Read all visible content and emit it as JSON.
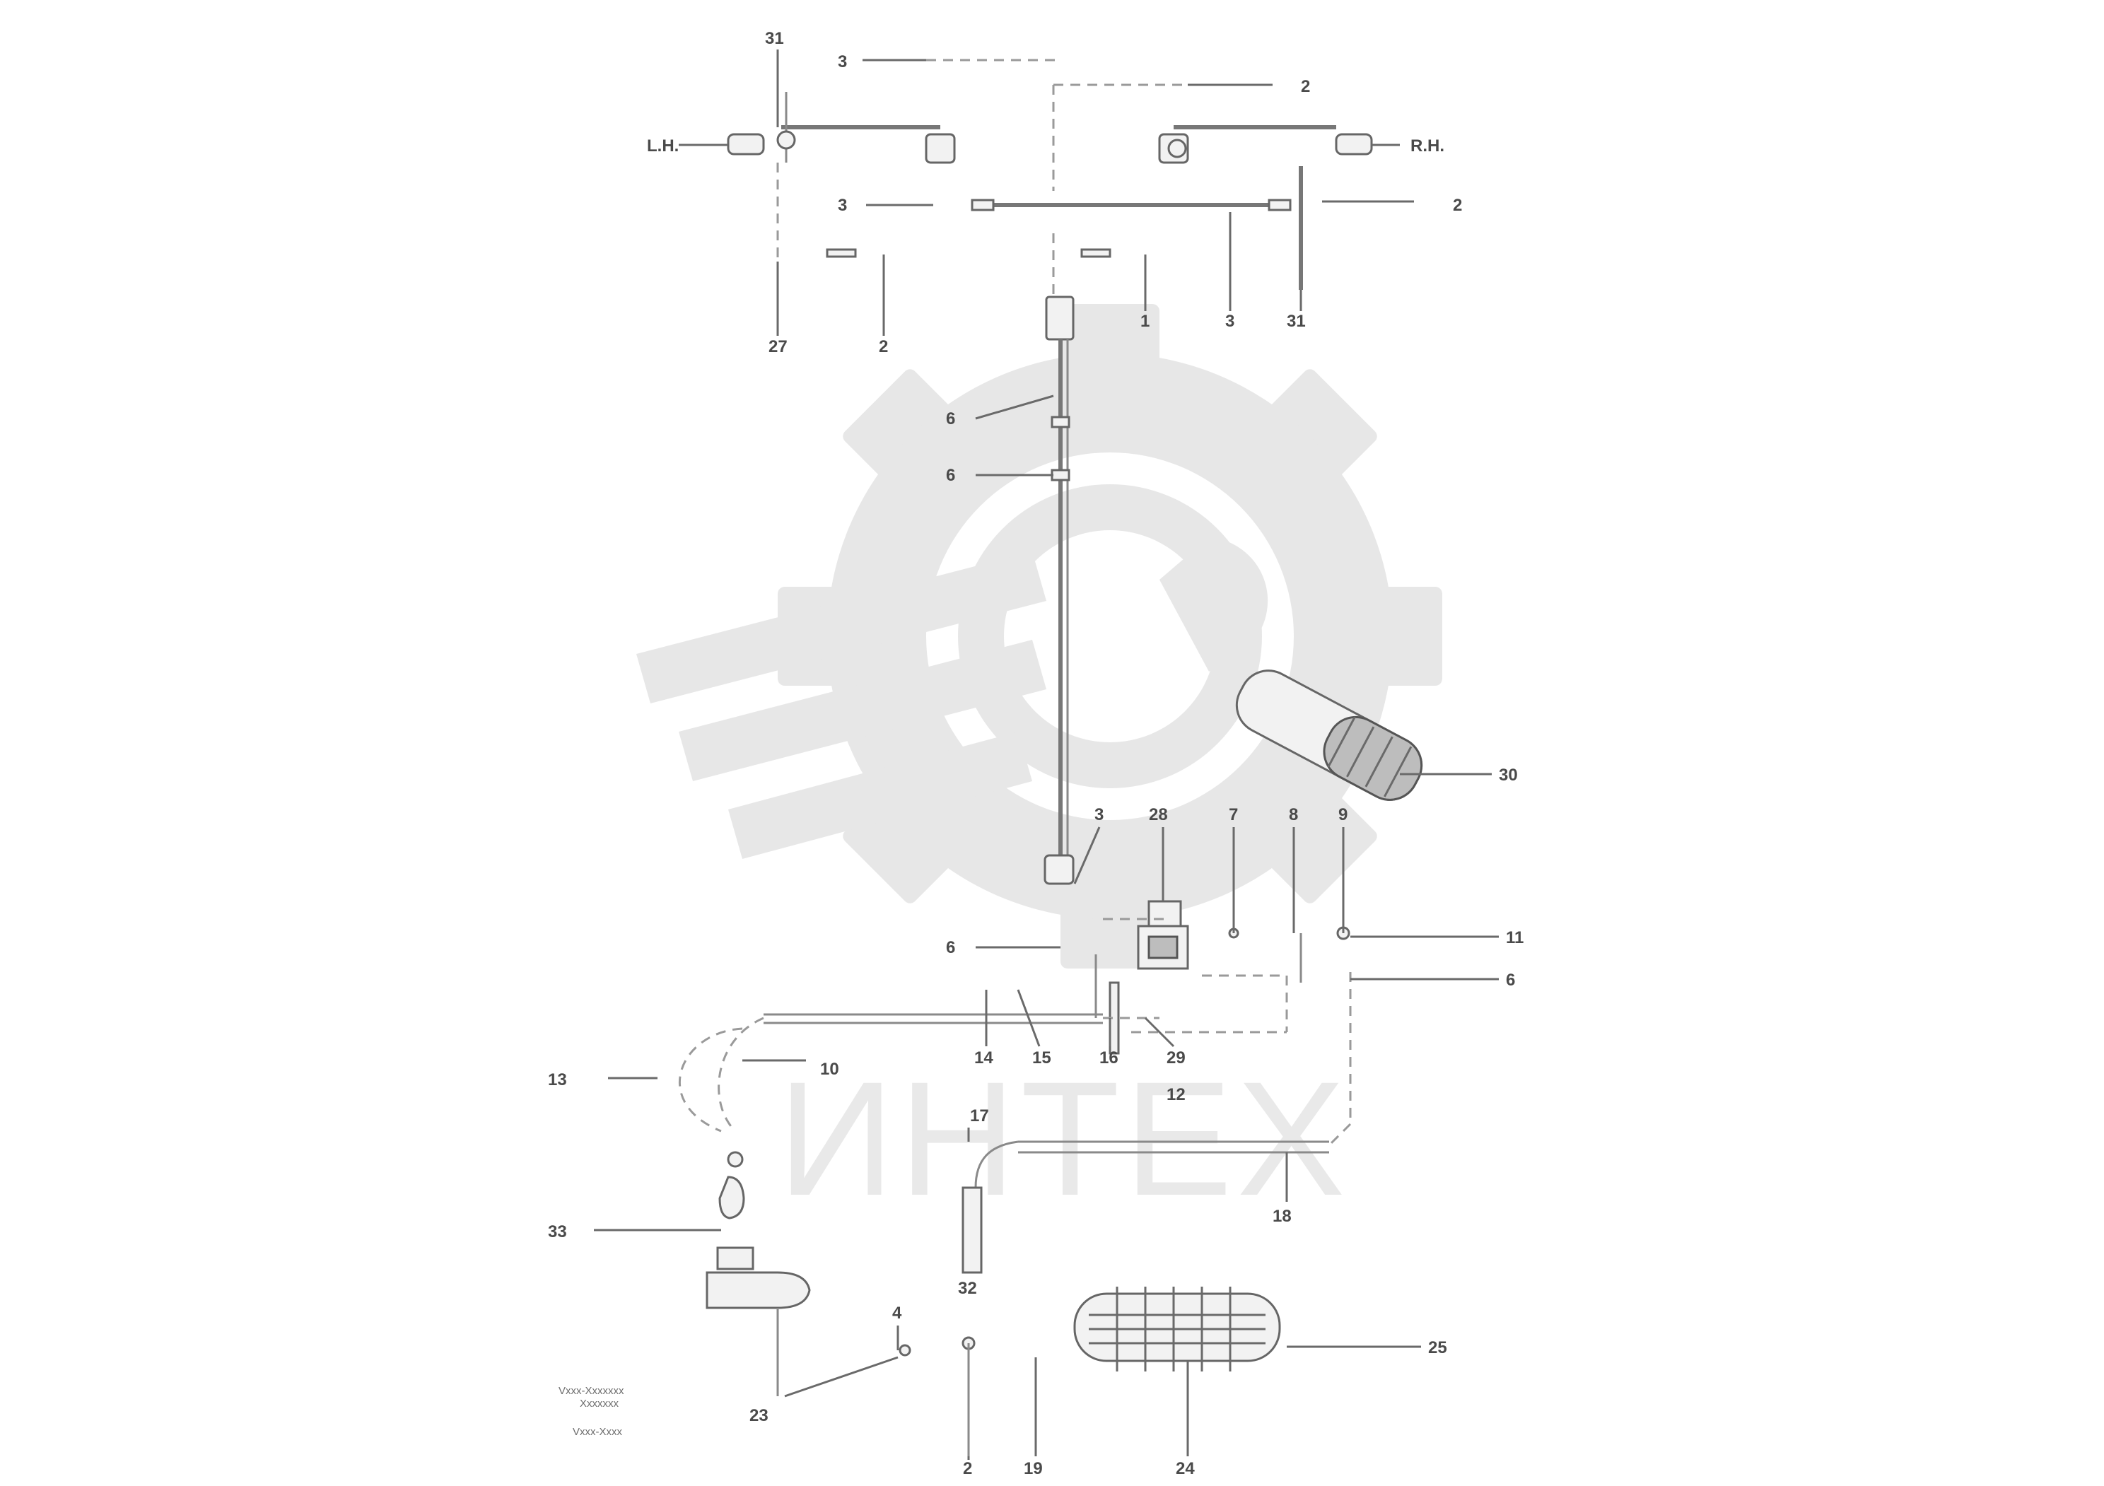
{
  "watermark": {
    "text": "ИНТЕХ",
    "logo_icon": "gear-wrench-logo-icon"
  },
  "callouts": {
    "c_top_31": "31",
    "c_top_3": "3",
    "c_top_2": "2",
    "c_lh": "L.H.",
    "c_rh": "R.H.",
    "c_left_3": "3",
    "c_right_2": "2",
    "c_bot_27": "27",
    "c_bot_2a": "2",
    "c_bot_1": "1",
    "c_bot_3": "3",
    "c_bot_31": "31",
    "c_6a": "6",
    "c_6b": "6",
    "c_30": "30",
    "c_3m": "3",
    "c_28": "28",
    "c_7": "7",
    "c_8a": "8",
    "c_9": "9",
    "c_11": "11",
    "c_6c": "6",
    "c_6d": "6",
    "c_13": "13",
    "c_10": "10",
    "c_14": "14",
    "c_15": "15",
    "c_16": "16",
    "c_29": "29",
    "c_12": "12",
    "c_17": "17",
    "c_18": "18",
    "c_33": "33",
    "c_32": "32",
    "c_4": "4",
    "c_23": "23",
    "c_25": "25",
    "c_2b": "2",
    "c_19": "19",
    "c_24": "24"
  },
  "drawing_note": {
    "line1": "Vxxx-Xxxxxxx",
    "line2": "Xxxxxxx",
    "line3": "Vxxx-Xxxx"
  }
}
